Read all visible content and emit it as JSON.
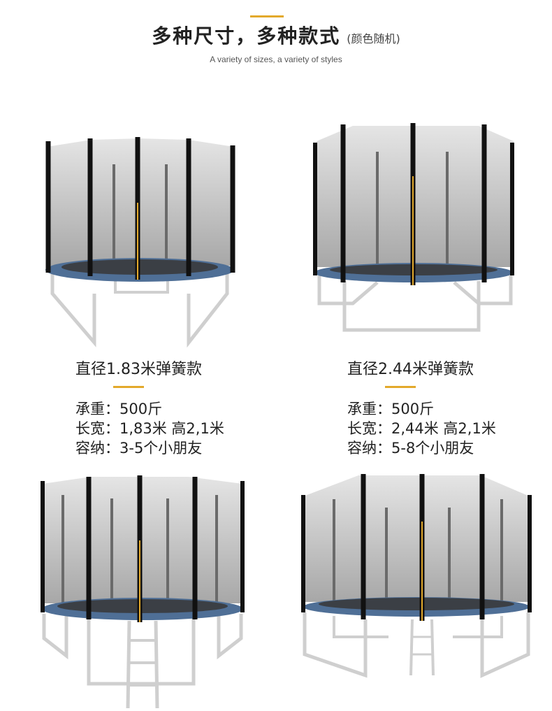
{
  "header": {
    "title": "多种尺寸，多种款式",
    "title_note": "(颜色随机)",
    "subtitle": "A variety of sizes, a variety of styles"
  },
  "specs": [
    {
      "name": "直径1.83米弹簧款",
      "load": "承重：500斤",
      "size": "长宽：1,83米 高2,1米",
      "capacity": "容纳：3-5个小朋友"
    },
    {
      "name": "直径2.44米弹簧款",
      "load": "承重：500斤",
      "size": "长宽：2,44米 高2,1米",
      "capacity": "容纳：5-8个小朋友"
    }
  ],
  "colors": {
    "accent": "#e3a92b",
    "mat_ring": "#4f6f96",
    "net": "#b8b8b8",
    "pole": "#111111"
  },
  "icons": [
    "trampoline-1-83m",
    "trampoline-2-44m",
    "trampoline-ladder-small",
    "trampoline-ladder-large"
  ]
}
